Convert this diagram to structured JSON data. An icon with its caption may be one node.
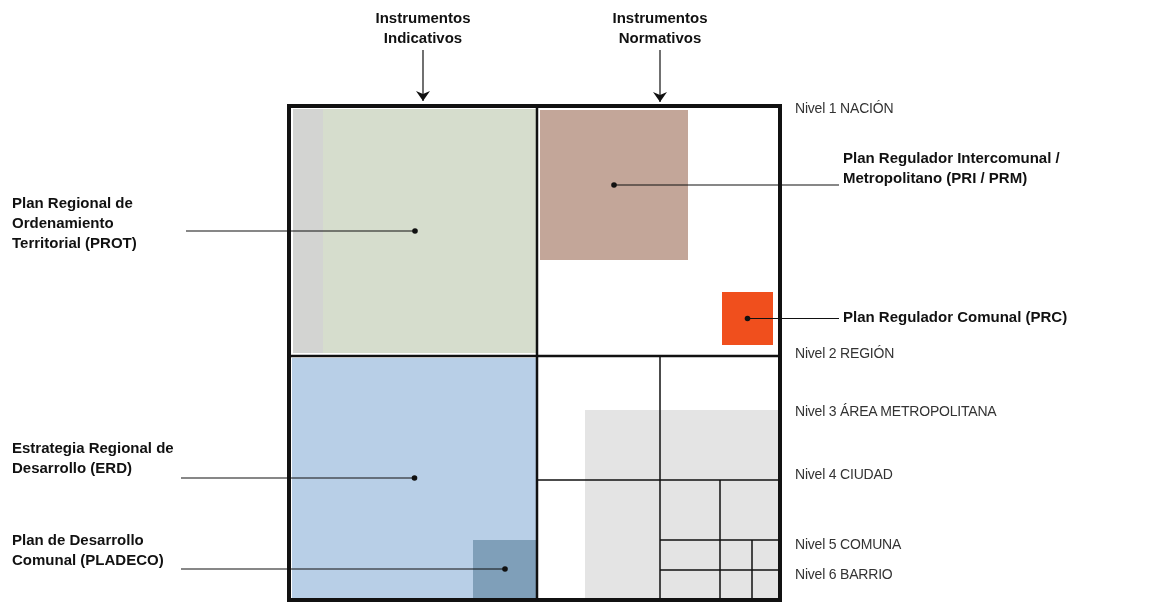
{
  "diagram": {
    "nodes": [
      {
        "text": [
          "Instrumentos Indicativos"
        ]
      },
      {
        "text": [
          "Instrumentos Normativos"
        ]
      },
      {
        "text": [
          "Plan Regional de Ordenamiento Territorial (PROT)"
        ]
      },
      {
        "text": [
          "Plan Regulador Intercomunal / Metropolitano (PRI / PRM)"
        ]
      },
      {
        "text": [
          "Plan Regulador Comunal (PRC)"
        ]
      },
      {
        "text": [
          "Estrategia Regional de Desarrollo (ERD)"
        ]
      },
      {
        "text": [
          "Plan de Desarrollo Comunal (PLADECO)"
        ]
      },
      {
        "text": [],
        "shape": "box"
      },
      {
        "text": [],
        "shape": "box"
      },
      {
        "text": [],
        "shape": "box"
      },
      {
        "text": [],
        "shape": "box"
      },
      {
        "text": [],
        "shape": "box",
        "in": 10
      }
    ],
    "edges": [
      {
        "from": 0,
        "to": 7,
        "arrow": "to"
      },
      {
        "from": 1,
        "to": 8,
        "arrow": "to"
      },
      {
        "from": 2,
        "to": 7,
        "arrow": "other"
      },
      {
        "from": 3,
        "to": 8,
        "arrow": "other"
      },
      {
        "from": 4,
        "to": 9,
        "arrow": "other"
      },
      {
        "from": 5,
        "to": 10,
        "arrow": "other"
      },
      {
        "from": 6,
        "to": 11,
        "arrow": "other"
      }
    ],
    "labels": [
      "Nivel 1 NACIÓN",
      "Nivel 2 REGIÓN",
      "Nivel 3 ÁREA METROPOLITANA",
      "Nivel 4 CIUDAD",
      "Nivel 5 COMUNA",
      "Nivel 6 BARRIO"
    ]
  }
}
